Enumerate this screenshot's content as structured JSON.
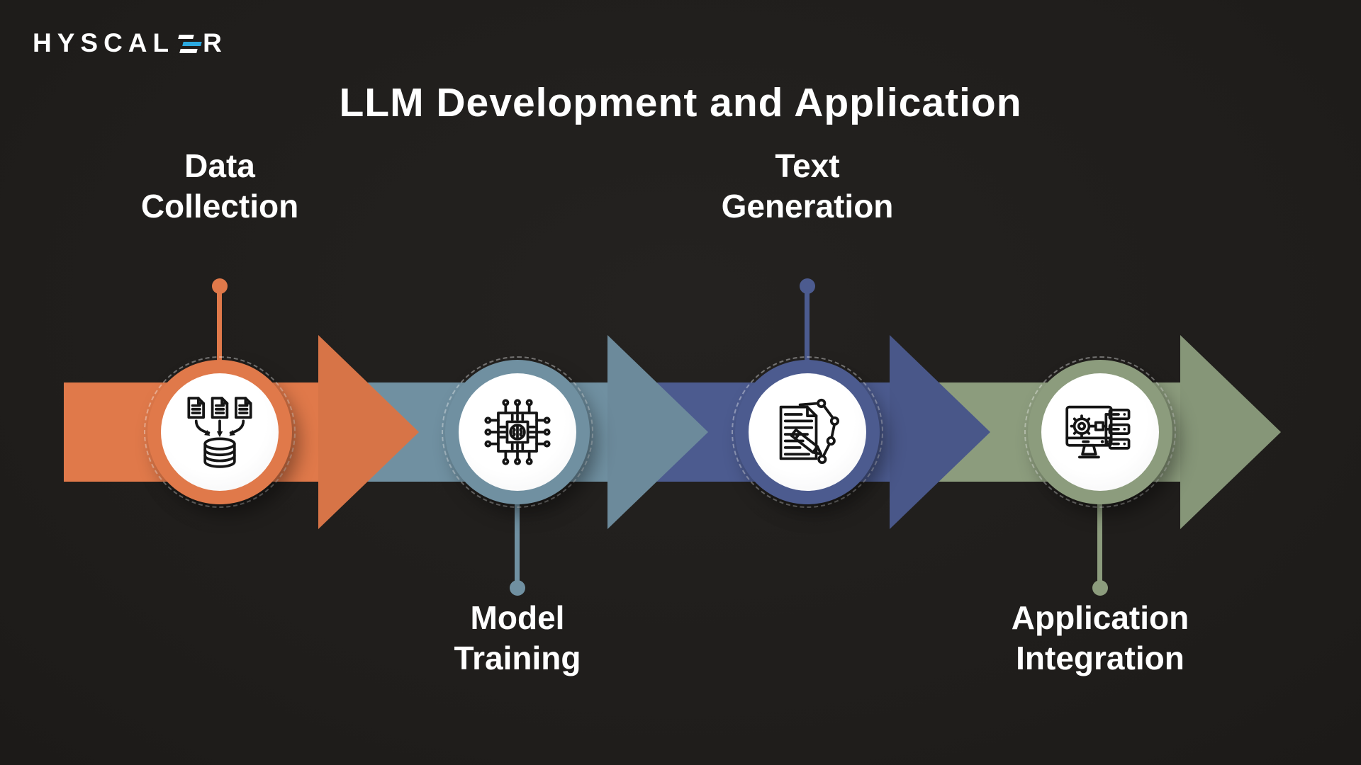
{
  "logo": {
    "text_left": "HYSCAL",
    "text_right": "R"
  },
  "title": "LLM Development and Application",
  "colors": {
    "background": "#211E1C",
    "logo_blue": "#2BA9E0",
    "text": "#FFFFFF",
    "orange": "#E0794A",
    "bluegray": "#7090A1",
    "navy": "#4C5B8F",
    "green": "#8C9C7D"
  },
  "stages": [
    {
      "label": "Data Collection",
      "line1": "Data",
      "line2": "Collection",
      "color": "#E0794A",
      "icon": "database-collect-icon",
      "label_position": "above"
    },
    {
      "label": "Model Training",
      "line1": "Model",
      "line2": "Training",
      "color": "#7090A1",
      "icon": "ai-chip-icon",
      "label_position": "below"
    },
    {
      "label": "Text Generation",
      "line1": "Text",
      "line2": "Generation",
      "color": "#4C5B8F",
      "icon": "document-pencil-icon",
      "label_position": "above"
    },
    {
      "label": "Application Integration",
      "line1": "Application",
      "line2": "Integration",
      "color": "#8C9C7D",
      "icon": "monitor-gear-icon",
      "label_position": "below"
    }
  ]
}
